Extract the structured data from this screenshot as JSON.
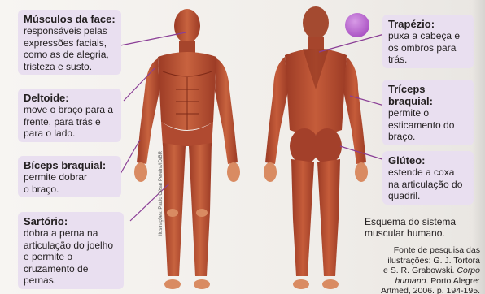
{
  "labels": {
    "face": {
      "title": "Músculos da face",
      "desc": [
        "responsáveis pelas",
        "expressões faciais,",
        "como as de alegria,",
        "tristeza e susto."
      ]
    },
    "deltoid": {
      "title": "Deltoide",
      "desc": [
        "move o braço para a",
        "frente, para trás e",
        "para o lado."
      ]
    },
    "biceps": {
      "title": "Bíceps braquial",
      "desc": [
        "permite dobrar",
        "o braço."
      ]
    },
    "sartorius": {
      "title": "Sartório",
      "desc": [
        "dobra a perna na",
        "articulação do joelho",
        "e permite o",
        "cruzamento de",
        "pernas."
      ]
    },
    "trapezius": {
      "title": "Trapézio",
      "desc": [
        "puxa a cabeça e",
        "os ombros para",
        "trás."
      ]
    },
    "triceps": {
      "title": "Tríceps braquial",
      "desc": [
        "permite o",
        "esticamento do",
        "braço."
      ]
    },
    "gluteus": {
      "title": "Glúteo",
      "desc": [
        "estende a coxa",
        "na articulação do",
        "quadril."
      ]
    }
  },
  "caption": {
    "line1": "Esquema do sistema",
    "line2": "muscular humano."
  },
  "source": {
    "line1": "Fonte de pesquisa das",
    "line2": "ilustrações: G. J. Tortora",
    "line3a": "e S. R. Grabowski. ",
    "line3b": "Corpo",
    "line4a": "humano",
    "line4b": ". Porto Alegre:",
    "line5": "Artmed, 2006. p. 194-195."
  },
  "credit": "Ilustrações: Paulo César Pereira/ID/BR",
  "colors": {
    "card_bg": "#e9dff0",
    "leader_line": "#8a3e96",
    "muscle": "#b8553a",
    "muscle_dark": "#8a3220",
    "skin": "#d98b62"
  },
  "icons": {
    "badge": "connection-badge-icon"
  }
}
